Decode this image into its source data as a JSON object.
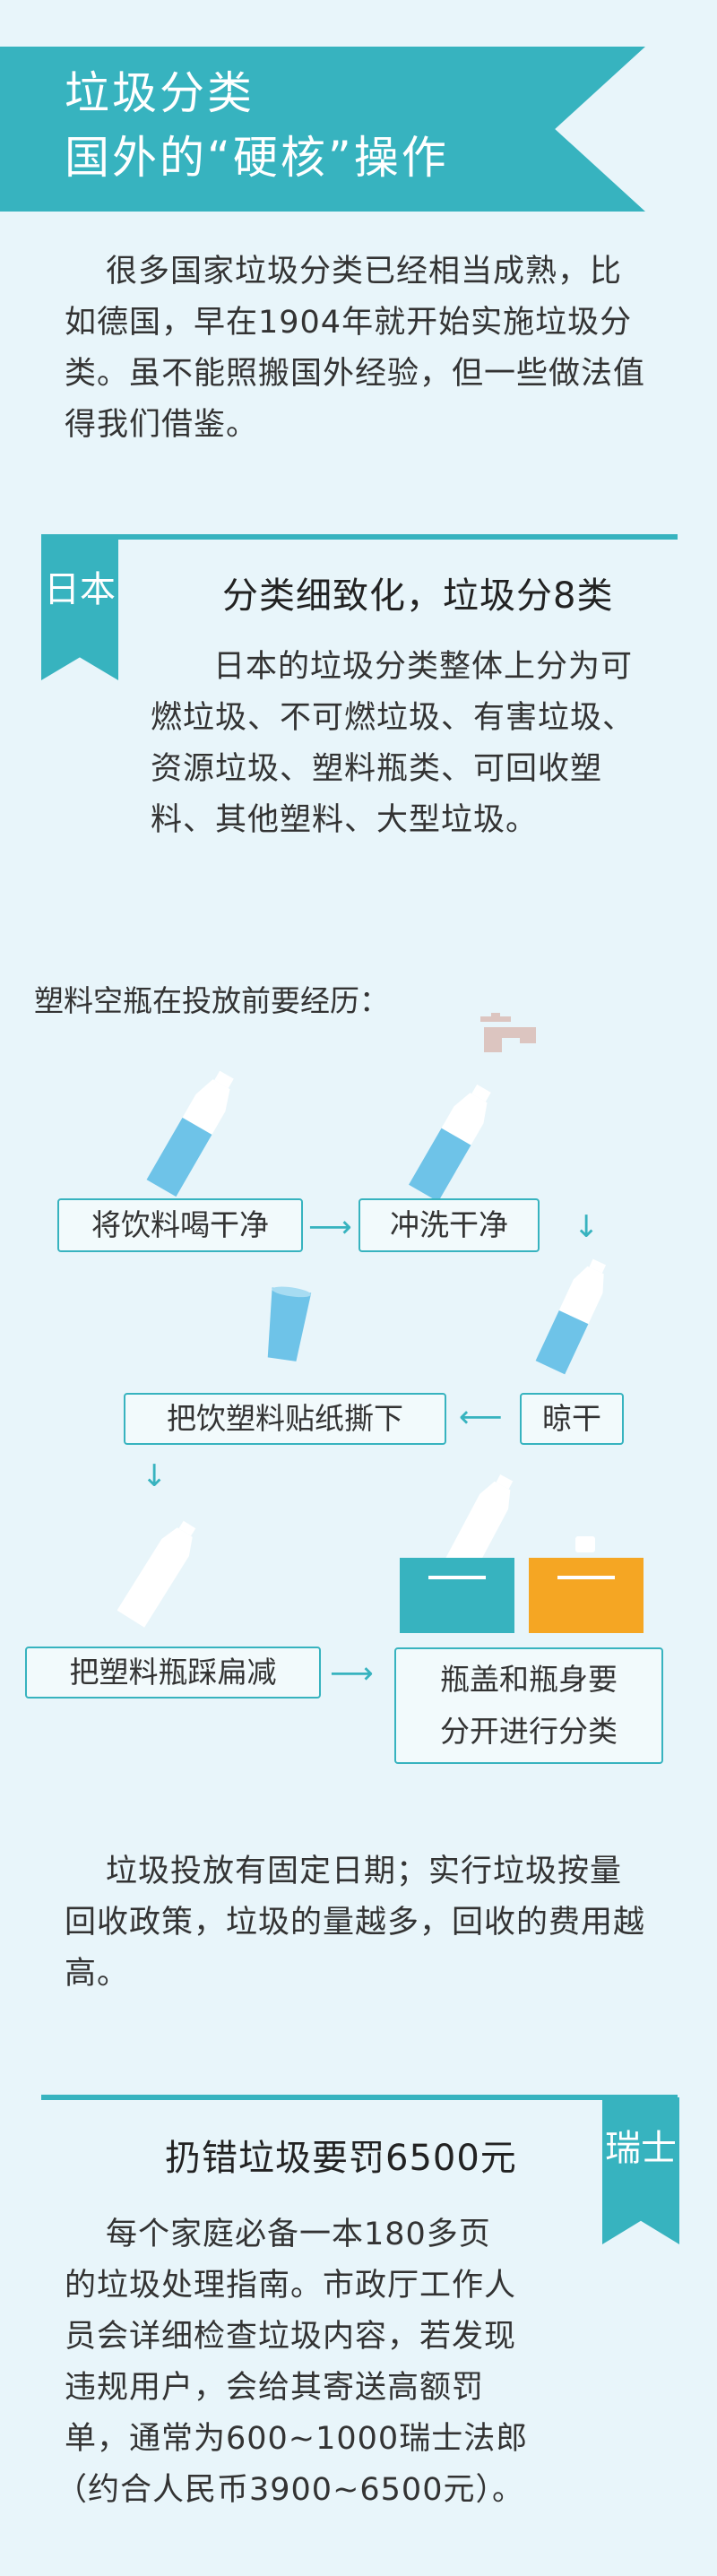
{
  "header": {
    "line1": "垃圾分类",
    "line2": "国外的“硬核”操作"
  },
  "intro": [
    "很多国家垃圾分类已经相当成熟，比",
    "如德国，早在1904年就开始实施垃圾分",
    "类。虽不能照搬国外经验，但一些做法值",
    "得我们借鉴。"
  ],
  "japan": {
    "tag": "日本",
    "title": "分类细致化，垃圾分8类",
    "text": [
      "日本的垃圾分类整体上分为可",
      "燃垃圾、不可燃垃圾、有害垃圾、",
      "资源垃圾、塑料瓶类、可回收塑",
      "料、其他塑料、大型垃圾。"
    ],
    "flow_intro": "塑料空瓶在投放前要经历：",
    "steps": {
      "drink": "将饮料喝干净",
      "rinse": "冲洗干净",
      "dry": "晾干",
      "peel": "把饮塑料贴纸撕下",
      "flatten": "把塑料瓶踩扁减",
      "separate_1": "瓶盖和瓶身要",
      "separate_2": "分开进行分类"
    },
    "policy": [
      "垃圾投放有固定日期；实行垃圾按量",
      "回收政策，垃圾的量越多，回收的费用越",
      "高。"
    ]
  },
  "swiss": {
    "tag": "瑞士",
    "title": "扔错垃圾要罚6500元",
    "text": [
      "每个家庭必备一本180多页",
      "的垃圾处理指南。市政厅工作人",
      "员会详细检查垃圾内容，若发现",
      "违规用户，会给其寄送高额罚",
      "单，通常为600~1000瑞士法郎",
      "（约合人民币3900~6500元）。"
    ]
  },
  "colors": {
    "teal": "#37b3bf",
    "orange": "#f5a623",
    "bottle": "#6ec3e8",
    "page_bg": "#e8f5fa"
  },
  "icons": [
    "faucet-icon",
    "bottle-icon",
    "cap-icon",
    "bin-icon",
    "arrow-right-icon",
    "arrow-down-icon",
    "arrow-left-icon"
  ]
}
